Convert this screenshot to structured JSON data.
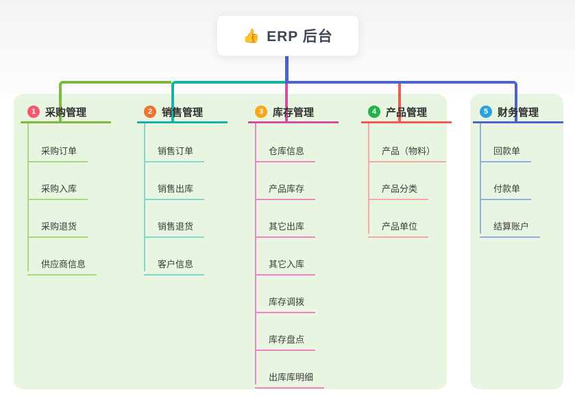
{
  "root": {
    "title": "ERP 后台",
    "icon": {
      "name": "thumbs-up-icon",
      "glyph": "👍"
    }
  },
  "branches": [
    {
      "number": "1",
      "label": "采购管理",
      "badge_color": "#f5576c",
      "line_color": "#7cb93f",
      "tint_color": "#abd77f",
      "children": [
        "采购订单",
        "采购入库",
        "采购退货",
        "供应商信息"
      ]
    },
    {
      "number": "2",
      "label": "销售管理",
      "badge_color": "#ee7231",
      "line_color": "#14b2a8",
      "tint_color": "#7fd6cd",
      "children": [
        "销售订单",
        "销售出库",
        "销售退货",
        "客户信息"
      ]
    },
    {
      "number": "3",
      "label": "库存管理",
      "badge_color": "#f9a61b",
      "line_color": "#d14f9f",
      "tint_color": "#ef82c3",
      "children": [
        "仓库信息",
        "产品库存",
        "其它出库",
        "其它入库",
        "库存调拨",
        "库存盘点",
        "出库库明细"
      ]
    },
    {
      "number": "4",
      "label": "产品管理",
      "badge_color": "#25b24b",
      "line_color": "#f15a51",
      "tint_color": "#f7a9a3",
      "children": [
        "产品（物料）",
        "产品分类",
        "产品单位"
      ]
    },
    {
      "number": "5",
      "label": "财务管理",
      "badge_color": "#2aa2db",
      "line_color": "#4a64c8",
      "tint_color": "#93abdf",
      "children": [
        "回款单",
        "付款单",
        "结算账户"
      ]
    }
  ],
  "colors": {
    "green": "#7cb93f",
    "teal": "#14b2a8",
    "magenta": "#d14f9f",
    "red": "#f15a51",
    "blue": "#4a64c8",
    "panel": "#e8f5e1"
  }
}
